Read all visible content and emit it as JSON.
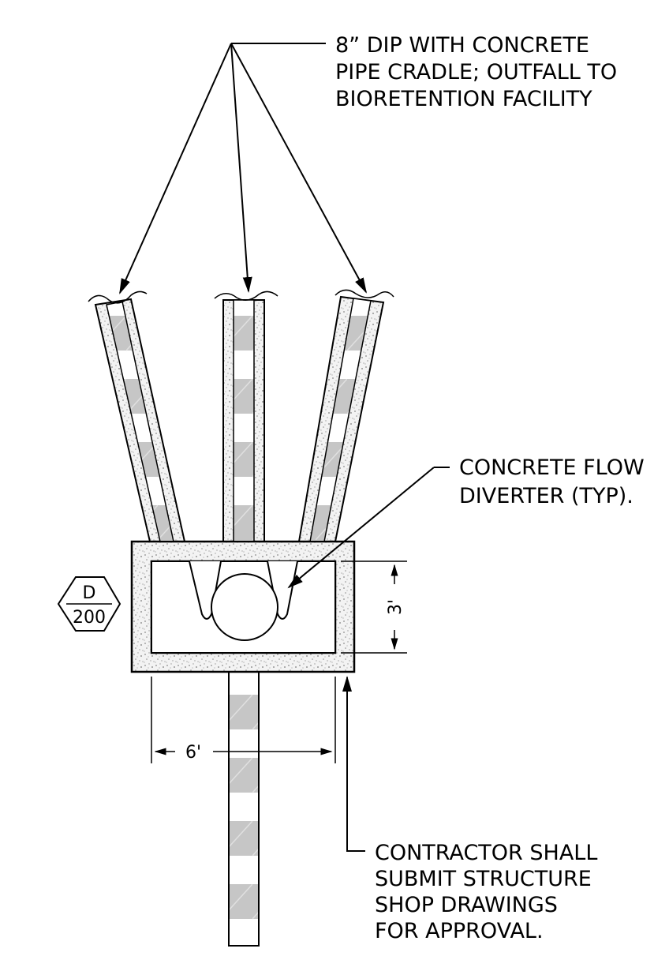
{
  "notes": {
    "pipe": [
      "8” DIP WITH CONCRETE",
      "PIPE CRADLE; OUTFALL TO",
      "BIORETENTION FACILITY"
    ],
    "diverter": [
      "CONCRETE FLOW",
      "DIVERTER (TYP)."
    ],
    "contractor": [
      "CONTRACTOR SHALL",
      "SUBMIT STRUCTURE",
      "SHOP DRAWINGS",
      "FOR APPROVAL."
    ]
  },
  "dimensions": {
    "height": "3'",
    "width": "6'"
  },
  "detail_tag": {
    "letter": "D",
    "number": "200"
  },
  "colors": {
    "line": "#000000",
    "concrete": "#b8b8b8",
    "pipe_band": "#c6c6c6"
  }
}
